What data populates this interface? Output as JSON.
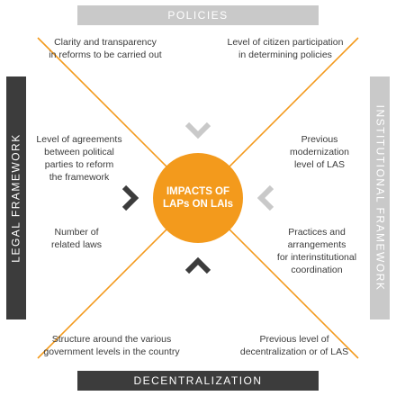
{
  "bands": {
    "top": "POLICIES",
    "bottom": "DECENTRALIZATION",
    "left": "LEGAL FRAMEWORK",
    "right": "INSTITUTIONAL FRAMEWORK"
  },
  "center": {
    "line1": "IMPACTS OF",
    "line2": "LAPs ON LAIs"
  },
  "labels": {
    "top_left": [
      "Clarity and transparency",
      "in reforms to be carried out"
    ],
    "top_right": [
      "Level of citizen participation",
      "in determining policies"
    ],
    "left_upper": [
      "Level of agreements",
      "between political",
      "parties  to reform",
      "the framework"
    ],
    "left_lower": [
      "Number of",
      "related laws"
    ],
    "right_upper": [
      "Previous",
      "modernization",
      "level of LAS"
    ],
    "right_lower": [
      "Practices and",
      "arrangements",
      "for interinstitutional",
      "coordination"
    ],
    "bottom_left": [
      "Structure around the various",
      "government levels in the country"
    ],
    "bottom_right": [
      "Previous level of",
      "decentralization or of LAS"
    ]
  },
  "colors": {
    "accent": "#f39a1c",
    "dark": "#3c3c3c",
    "light": "#c9c9c9"
  }
}
